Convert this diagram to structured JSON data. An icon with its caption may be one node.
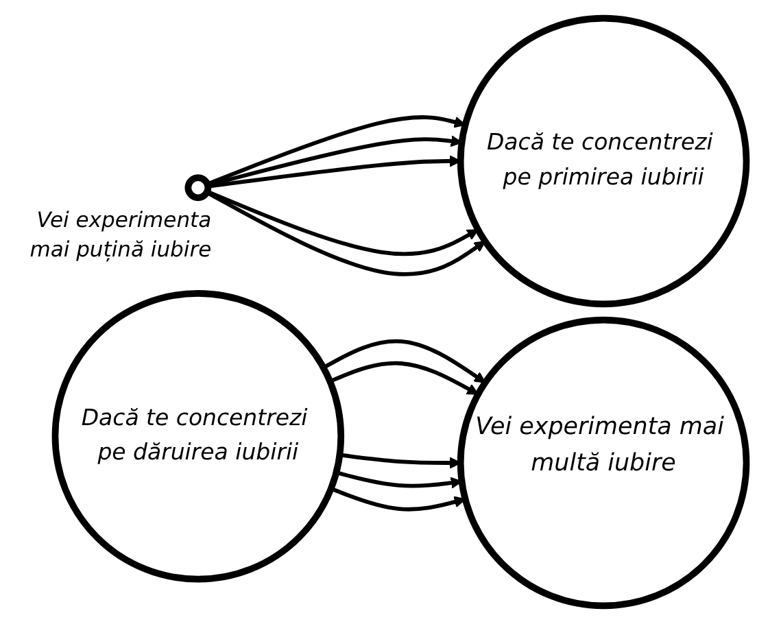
{
  "diagram": {
    "nodes": [
      {
        "text": [
          "Dacă te concentrezi pe primirea iubirii"
        ]
      },
      {
        "text": [],
        "shape": "circle",
        "beside": [
          "Vei experimenta mai puțină iubire"
        ]
      },
      {
        "text": [
          "Dacă te concentrezi pe dăruirea iubirii"
        ]
      },
      {
        "text": [
          "Vei experimenta mai multă iubire"
        ]
      }
    ],
    "edges": [
      {
        "from": 1,
        "to": 0,
        "arrow": "to"
      },
      {
        "from": 1,
        "to": 0,
        "arrow": "to"
      },
      {
        "from": 1,
        "to": 0,
        "arrow": "to"
      },
      {
        "from": 1,
        "to": 0,
        "arrow": "to"
      },
      {
        "from": 1,
        "to": 0,
        "arrow": "to"
      },
      {
        "from": 2,
        "to": 3,
        "arrow": "to"
      },
      {
        "from": 2,
        "to": 3,
        "arrow": "to"
      },
      {
        "from": 2,
        "to": 3,
        "arrow": "to"
      },
      {
        "from": 2,
        "to": 3,
        "arrow": "to"
      },
      {
        "from": 2,
        "to": 3,
        "arrow": "to"
      }
    ]
  }
}
